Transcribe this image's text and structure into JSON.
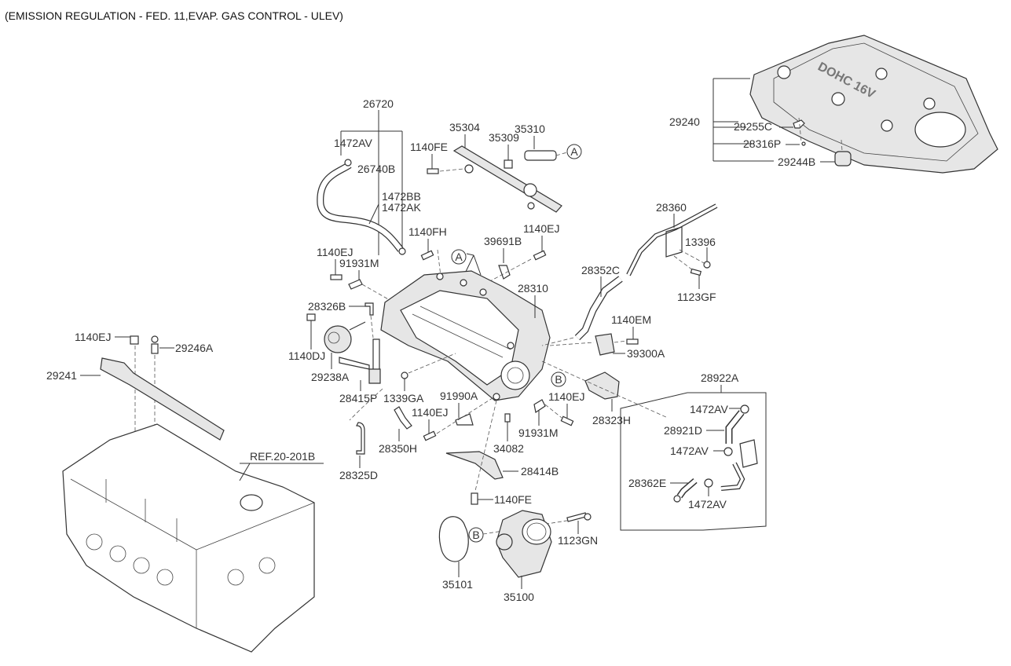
{
  "title": "(EMISSION REGULATION - FED. 11,EVAP. GAS CONTROL - ULEV)",
  "engine_cover_text": "DOHC 16V",
  "reference_marks": [
    "A",
    "B"
  ],
  "labels": {
    "p26720": "26720",
    "p1472AV_top": "1472AV",
    "p26740B": "26740B",
    "p1472BB": "1472BB",
    "p1472AK": "1472AK",
    "p35304": "35304",
    "p35309": "35309",
    "p35310": "35310",
    "p1140FE_top": "1140FE",
    "p1140FH": "1140FH",
    "p39691B": "39691B",
    "p1140EJ_top": "1140EJ",
    "p1140EJ_left": "1140EJ",
    "p91931M_left": "91931M",
    "p28326B": "28326B",
    "p28310": "28310",
    "p1140DJ": "1140DJ",
    "p29238A": "29238A",
    "p28415P": "28415P",
    "p1339GA": "1339GA",
    "p91990A": "91990A",
    "p1140EJ_mid": "1140EJ",
    "p28350H": "28350H",
    "p28325D": "28325D",
    "p34082": "34082",
    "p91931M_right": "91931M",
    "p1140EJ_right": "1140EJ",
    "p28414B": "28414B",
    "p1140FE_bottom": "1140FE",
    "p35101": "35101",
    "p35100": "35100",
    "p1123GN": "1123GN",
    "p28360": "28360",
    "p13396": "13396",
    "p1123GF": "1123GF",
    "p28352C": "28352C",
    "p1140EM": "1140EM",
    "p39300A": "39300A",
    "p28323H": "28323H",
    "p28922A": "28922A",
    "p1472AV_r1": "1472AV",
    "p28921D": "28921D",
    "p1472AV_r2": "1472AV",
    "p28362E": "28362E",
    "p1472AV_r3": "1472AV",
    "p29240": "29240",
    "p29255C": "29255C",
    "p28316P": "28316P",
    "p29244B": "29244B",
    "p1140EJ_cover": "1140EJ",
    "p29246A": "29246A",
    "p29241": "29241",
    "ref_20_201B": "REF.20-201B"
  }
}
